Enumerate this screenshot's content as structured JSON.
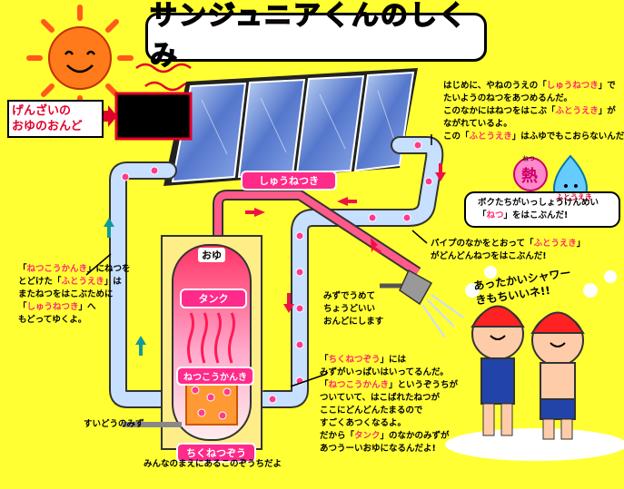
{
  "title": "サンジュニアくんのしくみ",
  "labels": {
    "temp_display": "げんざいの\nおゆのおんど",
    "collector": "しゅうねつき",
    "hot_water": "おゆ",
    "tank": "タンク",
    "heat_exchanger": "ねつこうかんき",
    "storage_tank": "ちくねつぞう",
    "storage_sub": "みんなのまえにあるこのぞうちだよ",
    "tap_water": "すいどうのみず",
    "fluid": "ふとうえき",
    "fluid_kanji": "熱",
    "fluid_kanji_ruby": "ねつ"
  },
  "texts": {
    "intro": [
      [
        "はじめに、やねのうえの「",
        "しゅうねつき",
        "」で"
      ],
      [
        "たいようのねつをあつめるんだ。",
        "",
        ""
      ],
      [
        "このなかにはねつをはこぶ「",
        "ふとうえき",
        "」が"
      ],
      [
        "ながれているよ。",
        "",
        ""
      ],
      [
        "この「",
        "ふとうえき",
        "」はふゆでもこおらないんだ!"
      ]
    ],
    "bubble": [
      [
        "ボクたちがいっしょうけんめい",
        "",
        ""
      ],
      [
        "「",
        "ねつ",
        "」をはこぶんだ!"
      ]
    ],
    "pipe": [
      [
        "パイプのなかをとおって「",
        "ふとうえき",
        "」"
      ],
      [
        "がどんどんねつをはこぶんだ!",
        "",
        ""
      ]
    ],
    "left": [
      [
        "「",
        "ねつこうかんき",
        "」にねつを"
      ],
      [
        "とどけた「",
        "ふとうえき",
        "」は"
      ],
      [
        "またねつをはこぶために",
        "",
        ""
      ],
      [
        "「",
        "しゅうねつき",
        "」へ"
      ],
      [
        "もどってゆくよ。",
        "",
        ""
      ]
    ],
    "mix": [
      [
        "みずでうめて",
        "",
        ""
      ],
      [
        "ちょうどいい",
        "",
        ""
      ],
      [
        "おんどにします",
        "",
        ""
      ]
    ],
    "storage": [
      [
        "「",
        "ちくねつぞう",
        "」には"
      ],
      [
        "みずがいっぱいはいってるんだ。",
        "",
        ""
      ],
      [
        "「",
        "ねつこうかんき",
        "」というぞうちが"
      ],
      [
        "ついていて、はこばれたねつが",
        "",
        ""
      ],
      [
        "ここにどんどんたまるので",
        "",
        ""
      ],
      [
        "すごくあつくなるよ。",
        "",
        ""
      ],
      [
        "だから「",
        "タンク",
        "」のなかのみずが"
      ],
      [
        "あつうーいおゆになるんだよ!",
        "",
        ""
      ]
    ],
    "kids": [
      "あったかいシャワー",
      "きもちいいネ!!"
    ]
  },
  "colors": {
    "background": "#ffff33",
    "accent_pink": "#ff2a8a",
    "cold_pipe": "#b8d8ff",
    "hot_pipe": "#ff6699",
    "arrow_red": "#ee1144",
    "arrow_teal": "#119999"
  }
}
